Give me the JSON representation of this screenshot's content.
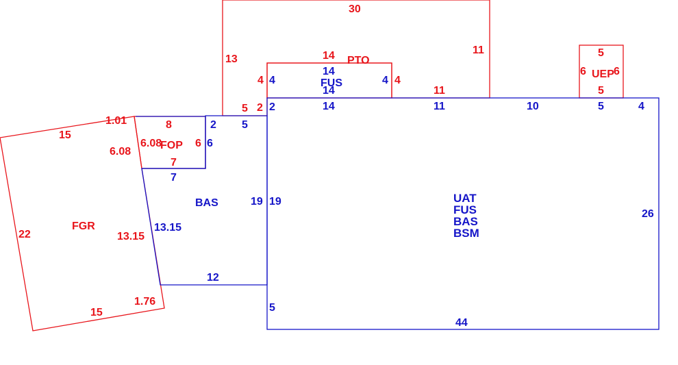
{
  "colors": {
    "red": "#e8151b",
    "blue": "#1515c8",
    "background": "#ffffff"
  },
  "areas": {
    "pto": "PTO",
    "fus_upper": "FUS",
    "fop": "FOP",
    "bas": "BAS",
    "fgr": "FGR",
    "uep": "UEP",
    "main": [
      "UAT",
      "FUS",
      "BAS",
      "BSM"
    ]
  },
  "dimensions": {
    "pto_top": "30",
    "pto_left": "13",
    "pto_right": "11",
    "pto_bottom_right": "11",
    "pto_step_4": "4",
    "pto_step_2": "2",
    "pto_step_5": "5",
    "fus_top_red": "14",
    "fus_top_blue": "14",
    "fus_bottom_blue": "14",
    "fus_left_red": "4",
    "fus_left_blue": "4",
    "fus_right_blue": "4",
    "fus_right_red": "4",
    "main_top_14": "14",
    "main_top_11": "11",
    "main_top_10": "10",
    "main_top_5": "5",
    "main_top_4": "4",
    "main_top_left_2": "2",
    "main_right": "26",
    "main_bottom": "44",
    "main_left_lower": "5",
    "main_left": "19",
    "uep_top": "5",
    "uep_bottom": "5",
    "uep_left": "6",
    "uep_right": "6",
    "fop_top": "8",
    "fop_left": "6.08",
    "fop_right_red": "6",
    "fop_right_blue": "6",
    "fop_bottom_red": "7",
    "fop_bottom_blue": "7",
    "bas_step_2": "2",
    "bas_step_5": "5",
    "bas_right": "19",
    "bas_bottom": "12",
    "bas_diag": "13.15",
    "fgr_top": "15",
    "fgr_top_right": "1.01",
    "fgr_upper_right": "6.08",
    "fgr_left": "22",
    "fgr_right": "13.15",
    "fgr_bottom_right": "1.76",
    "fgr_bottom": "15"
  }
}
